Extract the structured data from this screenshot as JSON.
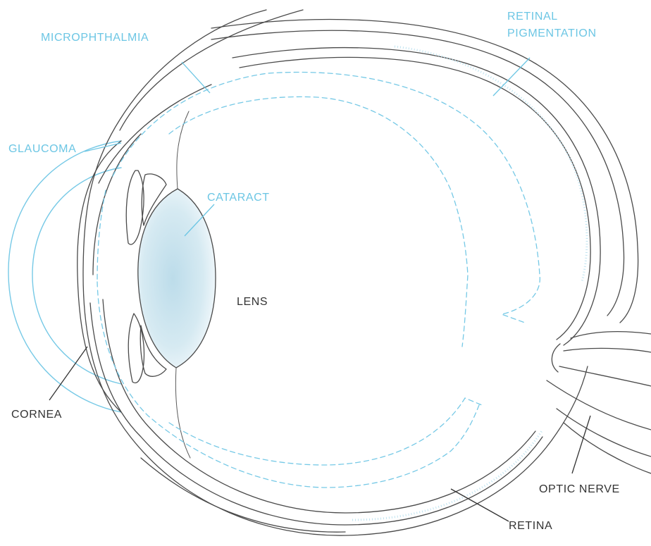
{
  "labels": {
    "microphthalmia": "MICROPHTHALMIA",
    "retinal_pigmentation_line1": "RETINAL",
    "retinal_pigmentation_line2": "PIGMENTATION",
    "glaucoma": "GLAUCOMA",
    "cataract": "CATARACT",
    "lens": "LENS",
    "cornea": "CORNEA",
    "optic_nerve": "OPTIC NERVE",
    "retina": "RETINA"
  },
  "colors": {
    "disorder_label": "#6cc6e4",
    "anatomy_label": "#333333",
    "outline": "#4a4a4a"
  }
}
